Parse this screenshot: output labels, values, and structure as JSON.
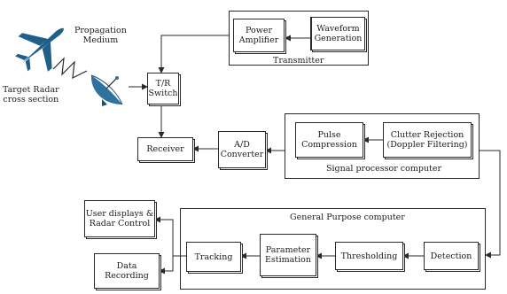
{
  "labels": {
    "propagation": "Propagation\nMedium",
    "target": "Target Radar\ncross section",
    "transmitter": "Transmitter",
    "signal_processor": "Signal processor computer",
    "general_purpose": "General Purpose computer"
  },
  "blocks": {
    "power_amplifier": "Power\nAmplifier",
    "waveform_generation": "Waveform\nGeneration",
    "tr_switch": "T/R\nSwitch",
    "receiver": "Receiver",
    "ad_converter": "A/D\nConverter",
    "pulse_compression": "Pulse\nCompression",
    "clutter_rejection": "Clutter Rejection\n(Doppler Filtering)",
    "user_displays": "User displays &\nRadar Control",
    "data_recording": "Data\nRecording",
    "tracking": "Tracking",
    "parameter_estimation": "Parameter\nEstimation",
    "thresholding": "Thresholding",
    "detection": "Detection"
  },
  "icons": {
    "aircraft": "airplane-icon",
    "antenna": "radar-dish-icon"
  },
  "colors": {
    "line": "#2a2a2a",
    "aircraft": "#1f5f8a",
    "dish": "#2f72a0"
  }
}
